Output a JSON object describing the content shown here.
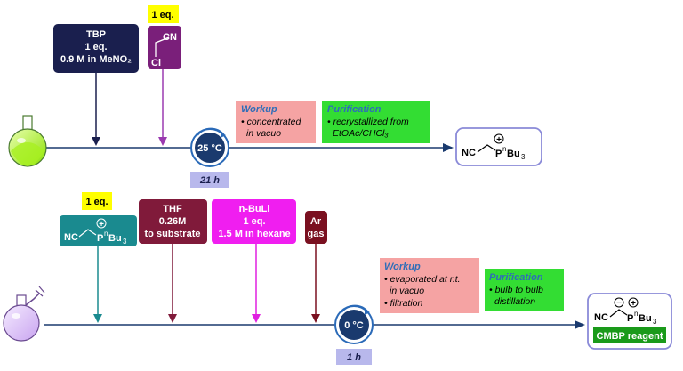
{
  "colors": {
    "navy": "#1a1f4e",
    "purple": "#7a1f7a",
    "teal": "#1a8a8f",
    "maroon": "#801a3a",
    "magenta": "#f01ef0",
    "darkred": "#7a1020",
    "yellow": "#ffff00",
    "pinkbox": "#f5a3a3",
    "greenbox": "#33dd33",
    "timebox": "#b8b8ec",
    "circle": "#1a3a6e",
    "flask_green": "#b8ff30",
    "flask_purple": "#d8b8f5"
  },
  "top": {
    "tbp": {
      "line1": "TBP",
      "line2": "1 eq.",
      "line3": "0.9 M in MeNO₂"
    },
    "cn_eq": "1 eq.",
    "cn_label": "CN",
    "cl_label": "Cl",
    "workup": {
      "title": "Workup",
      "line1": "• concentrated",
      "line2": "in vacuo"
    },
    "purification": {
      "title": "Purification",
      "line1": "• recrystallized from",
      "line2": "EtOAc/CHCl₃"
    },
    "temp": "25 °C",
    "time": "21 h",
    "product": {
      "nc": "NC",
      "p": "P",
      "n": "n",
      "bu": "Bu",
      "sub": "3",
      "plus": "+"
    }
  },
  "bottom": {
    "eq": "1 eq.",
    "reagent": {
      "nc": "NC",
      "p": "P",
      "n": "n",
      "bu": "Bu",
      "sub": "3",
      "plus": "+"
    },
    "thf": {
      "line1": "THF",
      "line2": "0.26M",
      "line3": "to substrate"
    },
    "nbuli": {
      "line1": "n-BuLi",
      "line2": "1 eq.",
      "line3": "1.5 M in hexane"
    },
    "ar": {
      "line1": "Ar",
      "line2": "gas"
    },
    "workup": {
      "title": "Workup",
      "line1": "• evaporated at r.t.",
      "line2": "in vacuo",
      "line3": "• filtration"
    },
    "purification": {
      "title": "Purification",
      "line1": "• bulb to bulb",
      "line2": "distillation"
    },
    "temp": "0 °C",
    "time": "1 h",
    "product": {
      "nc": "NC",
      "p": "P",
      "n": "n",
      "bu": "Bu",
      "sub": "3",
      "plus": "+",
      "minus": "−",
      "name": "CMBP reagent"
    }
  }
}
